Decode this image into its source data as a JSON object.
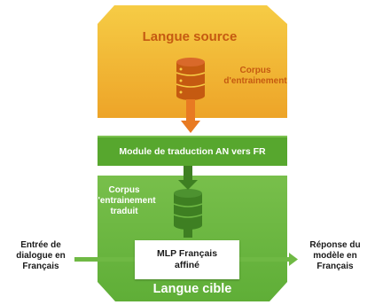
{
  "source_title": "Langue source",
  "source_corpus": [
    "Corpus",
    "d'entrainement"
  ],
  "translation_module": "Module de traduction AN vers FR",
  "target_corpus": [
    "Corpus",
    "d'entrainement",
    "traduit"
  ],
  "mlp": [
    "MLP Français",
    "affiné"
  ],
  "target_title": "Langue cible",
  "input_label": [
    "Entrée de",
    "dialogue en",
    "Français"
  ],
  "output_label": [
    "Réponse du",
    "modèle en",
    "Français"
  ],
  "icons": {
    "source_db": "database-icon",
    "target_db": "database-icon"
  },
  "colors": {
    "source_region_top": "#f5c842",
    "source_region_bottom": "#eda327",
    "source_text": "#c55a11",
    "database_orange": "#c55a11",
    "arrow_orange": "#e87a22",
    "module_green": "#57a72e",
    "target_region": "#6fb944",
    "database_green": "#3e7f22",
    "arrow_green": "#6fb944"
  }
}
